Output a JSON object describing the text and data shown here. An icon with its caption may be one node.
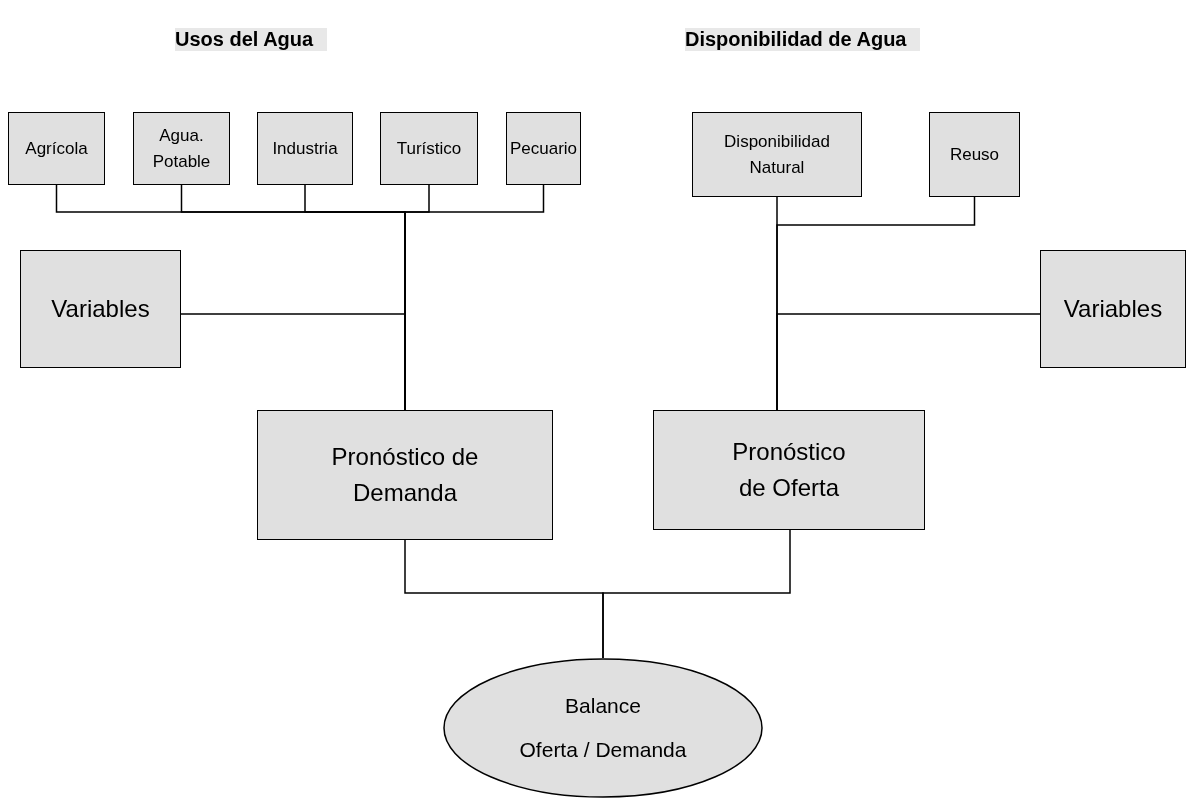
{
  "diagram": {
    "nodes": [
      {
        "text": [
          "Agrícola"
        ]
      },
      {
        "text": [
          "Agua. Potable"
        ]
      },
      {
        "text": [
          "Industria"
        ]
      },
      {
        "text": [
          "Turístico"
        ]
      },
      {
        "text": [
          "Pecuario"
        ]
      },
      {
        "text": [
          "Variables"
        ]
      },
      {
        "text": [
          "Pronóstico de Demanda"
        ]
      },
      {
        "text": [
          "Disponibilidad Natural"
        ]
      },
      {
        "text": [
          "Reuso"
        ]
      },
      {
        "text": [
          "Variables"
        ]
      },
      {
        "text": [
          "Pronóstico de Oferta"
        ]
      },
      {
        "text": [
          "Balance",
          "Oferta / Demanda"
        ]
      }
    ],
    "edges": [
      {
        "from": 0,
        "to": 6,
        "arrow": "none"
      },
      {
        "from": 1,
        "to": 6,
        "arrow": "none"
      },
      {
        "from": 2,
        "to": 6,
        "arrow": "none"
      },
      {
        "from": 3,
        "to": 6,
        "arrow": "none"
      },
      {
        "from": 4,
        "to": 6,
        "arrow": "none"
      },
      {
        "from": 5,
        "to": 6,
        "arrow": "none"
      },
      {
        "from": 7,
        "to": 10,
        "arrow": "none"
      },
      {
        "from": 8,
        "to": 10,
        "arrow": "none"
      },
      {
        "from": 9,
        "to": 10,
        "arrow": "none"
      },
      {
        "from": 6,
        "to": 11,
        "arrow": "none"
      },
      {
        "from": 10,
        "to": 11,
        "arrow": "none"
      }
    ],
    "labels": [
      "Usos del Agua",
      "Disponibilidad de Agua"
    ]
  }
}
